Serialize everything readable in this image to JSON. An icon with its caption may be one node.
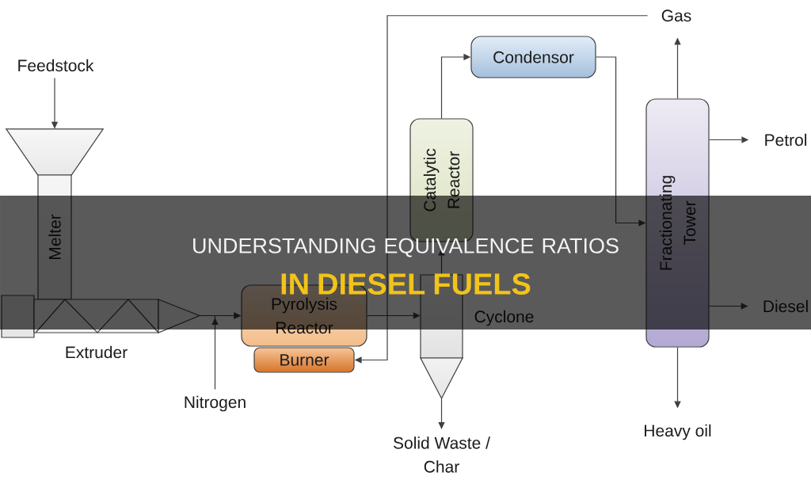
{
  "diagram": {
    "title": "UNDERSTANDING EQUIVALENCE RATIOS **IN DIESEL FUELS**",
    "nodes": [
      {
        "text": [
          "Feedstock"
        ]
      },
      {
        "text": [],
        "shape": "funnel"
      },
      {
        "text": [
          "Melter"
        ]
      },
      {
        "text": [],
        "shape": "picture",
        "beside": [
          "Extruder"
        ]
      },
      {
        "text": [
          "Nitrogen"
        ]
      },
      {
        "text": [
          "Pyrolysis Reactor"
        ]
      },
      {
        "text": [
          "Burner"
        ]
      },
      {
        "text": [],
        "shape": "picture",
        "beside": [
          "Cyclone"
        ]
      },
      {
        "text": [
          "Solid Waste / Char"
        ]
      },
      {
        "text": [
          "Catalytic Reactor"
        ]
      },
      {
        "text": [
          "Condensor"
        ]
      },
      {
        "text": [
          "Gas"
        ]
      },
      {
        "text": [
          "Fractionating Tower"
        ]
      },
      {
        "text": [
          "Petrol"
        ]
      },
      {
        "text": [
          "Diesel"
        ]
      },
      {
        "text": [
          "Heavy oil"
        ]
      }
    ],
    "edges": [
      {
        "from": 0,
        "to": 1,
        "arrow": "to"
      },
      {
        "from": 3,
        "to": 5,
        "arrow": "to"
      },
      {
        "from": 4,
        "to": 5,
        "arrow": "to"
      },
      {
        "from": 5,
        "to": 7,
        "arrow": "to"
      },
      {
        "from": 7,
        "to": 8,
        "arrow": "to"
      },
      {
        "from": 7,
        "to": 9,
        "arrow": "to"
      },
      {
        "from": 9,
        "to": 10,
        "arrow": "to"
      },
      {
        "from": 10,
        "to": 12,
        "arrow": "to"
      },
      {
        "from": 12,
        "to": 11,
        "arrow": "to"
      },
      {
        "from": 12,
        "to": 13,
        "arrow": "to"
      },
      {
        "from": 12,
        "to": 14,
        "arrow": "to"
      },
      {
        "from": 12,
        "to": 15,
        "arrow": "to"
      },
      {
        "from": 11,
        "to": 6,
        "arrow": "to"
      }
    ]
  }
}
